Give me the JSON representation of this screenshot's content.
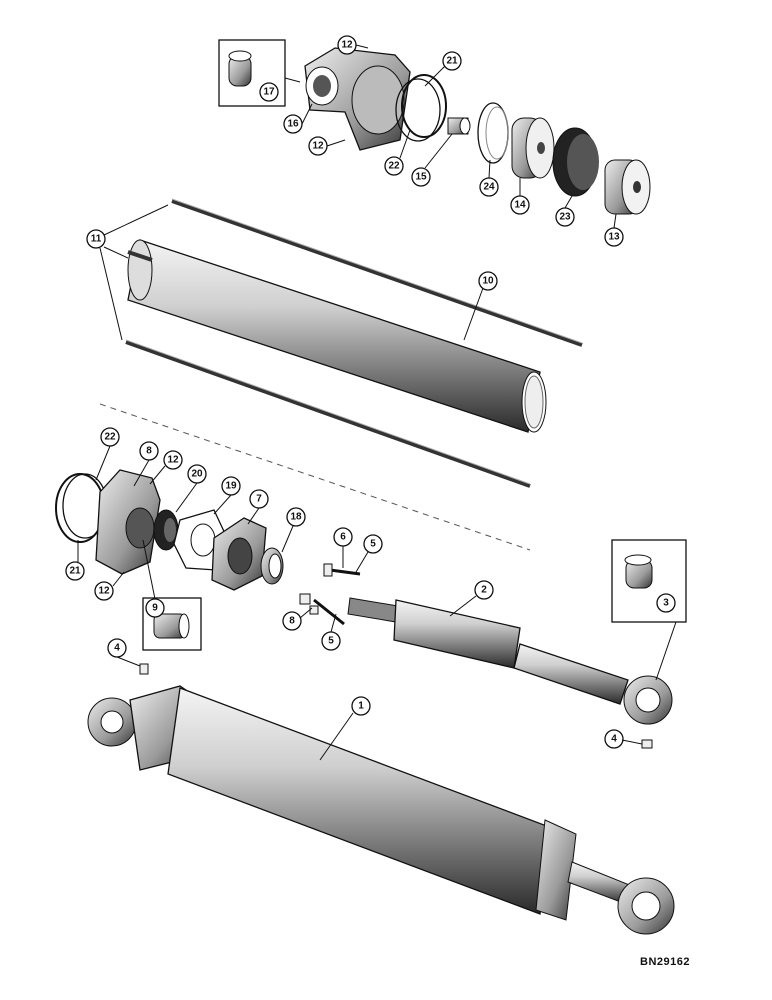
{
  "callouts": [
    "1",
    "2",
    "3",
    "4",
    "4",
    "5",
    "5",
    "6",
    "7",
    "8",
    "8",
    "9",
    "10",
    "11",
    "12",
    "12",
    "12",
    "12",
    "13",
    "14",
    "15",
    "16",
    "17",
    "18",
    "19",
    "20",
    "21",
    "21",
    "22",
    "22",
    "23",
    "24"
  ],
  "reference_code": "BN29162"
}
